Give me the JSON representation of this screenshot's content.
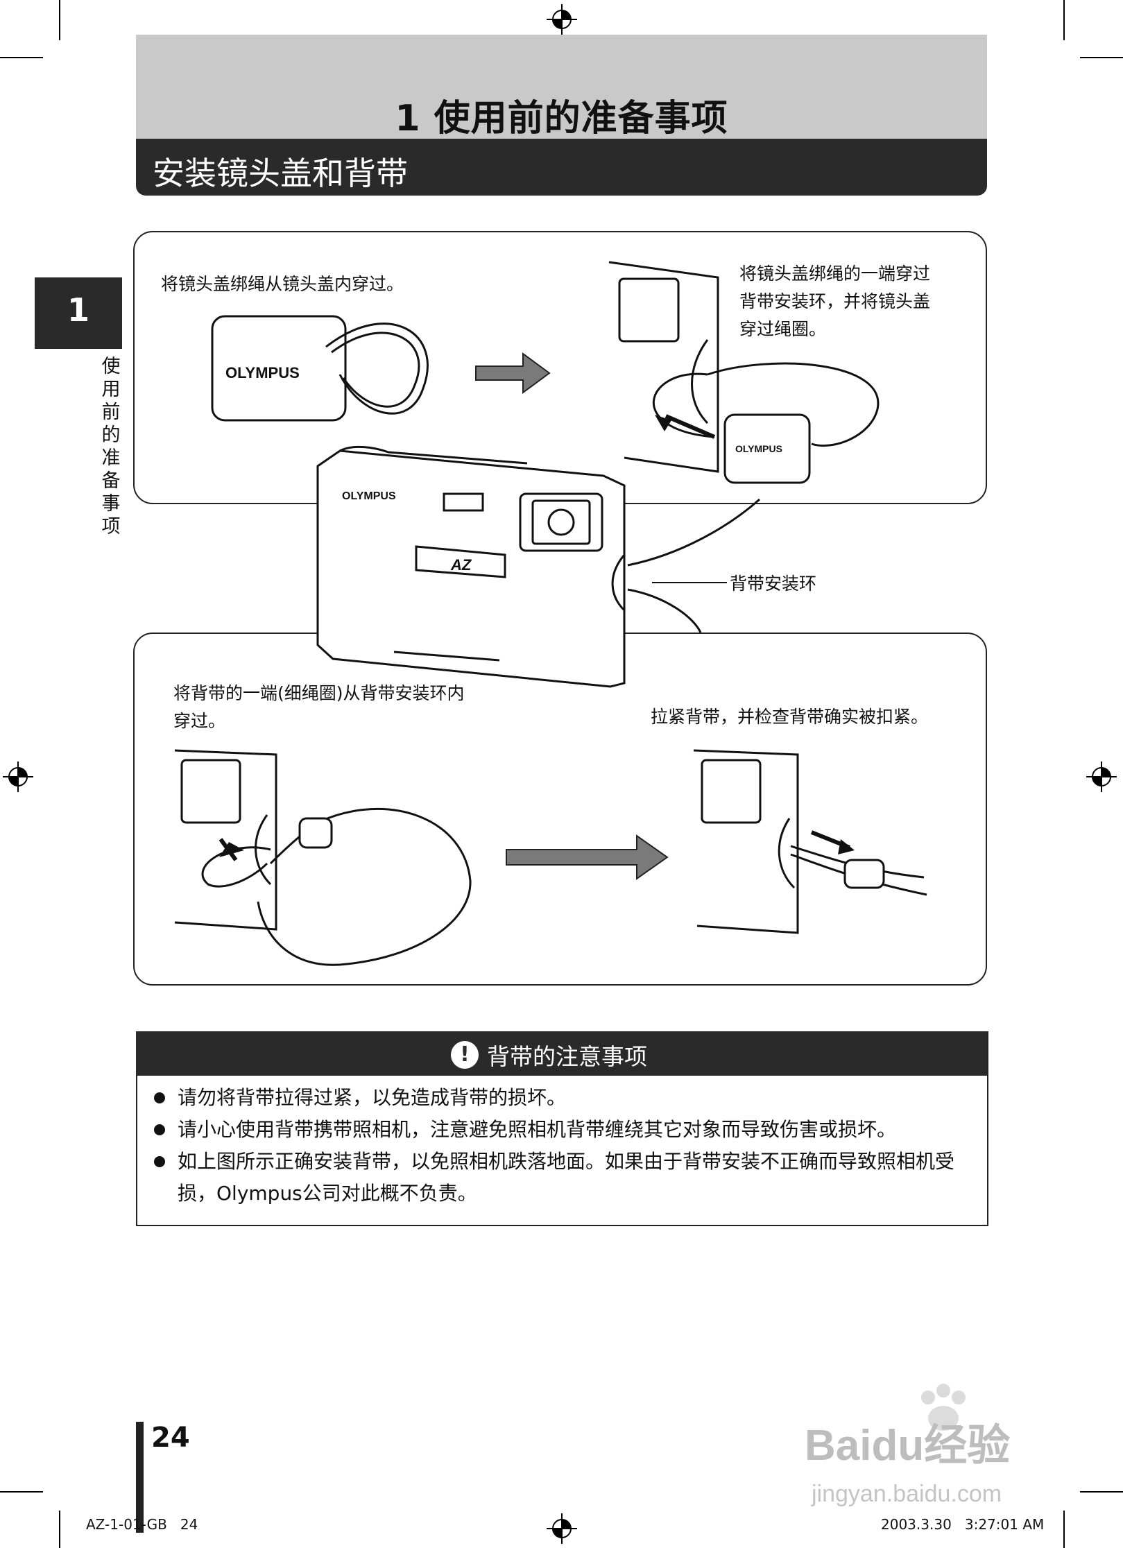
{
  "header": {
    "chapter_title": "1 使用前的准备事项",
    "section_title": "安装镜头盖和背带"
  },
  "side_tab": {
    "number": "1",
    "vertical_label": "使用前的准备事项"
  },
  "steps": {
    "step1": "将镜头盖绑绳从镜头盖内穿过。",
    "step2_line1": "将镜头盖绑绳的一端穿过",
    "step2_line2": "背带安装环，并将镜头盖",
    "step2_line3": "穿过绳圈。",
    "strap_ring_label": "背带安装环",
    "step3_line1": "将背带的一端(细绳圈)从背带安装环内",
    "step3_line2": "穿过。",
    "step4": "拉紧背带，并检查背带确实被扣紧。"
  },
  "illustration": {
    "brand": "OLYMPUS",
    "model_badge": "AZ"
  },
  "notice": {
    "icon_glyph": "!",
    "title": "背带的注意事项",
    "items": [
      "请勿将背带拉得过紧，以免造成背带的损坏。",
      "请小心使用背带携带照相机，注意避免照相机背带缠绕其它对象而导致伤害或损坏。",
      "如上图所示正确安装背带，以免照相机跌落地面。如果由于背带安装不正确而导致照相机受损，Olympus公司对此概不负责。"
    ]
  },
  "footer": {
    "page_number": "24",
    "left_code": "AZ-1-01-GB   24",
    "right_stamp": "2003.3.30   3:27:01 AM"
  },
  "watermark": {
    "line1": "Baidu经验",
    "line2": "jingyan.baidu.com"
  }
}
